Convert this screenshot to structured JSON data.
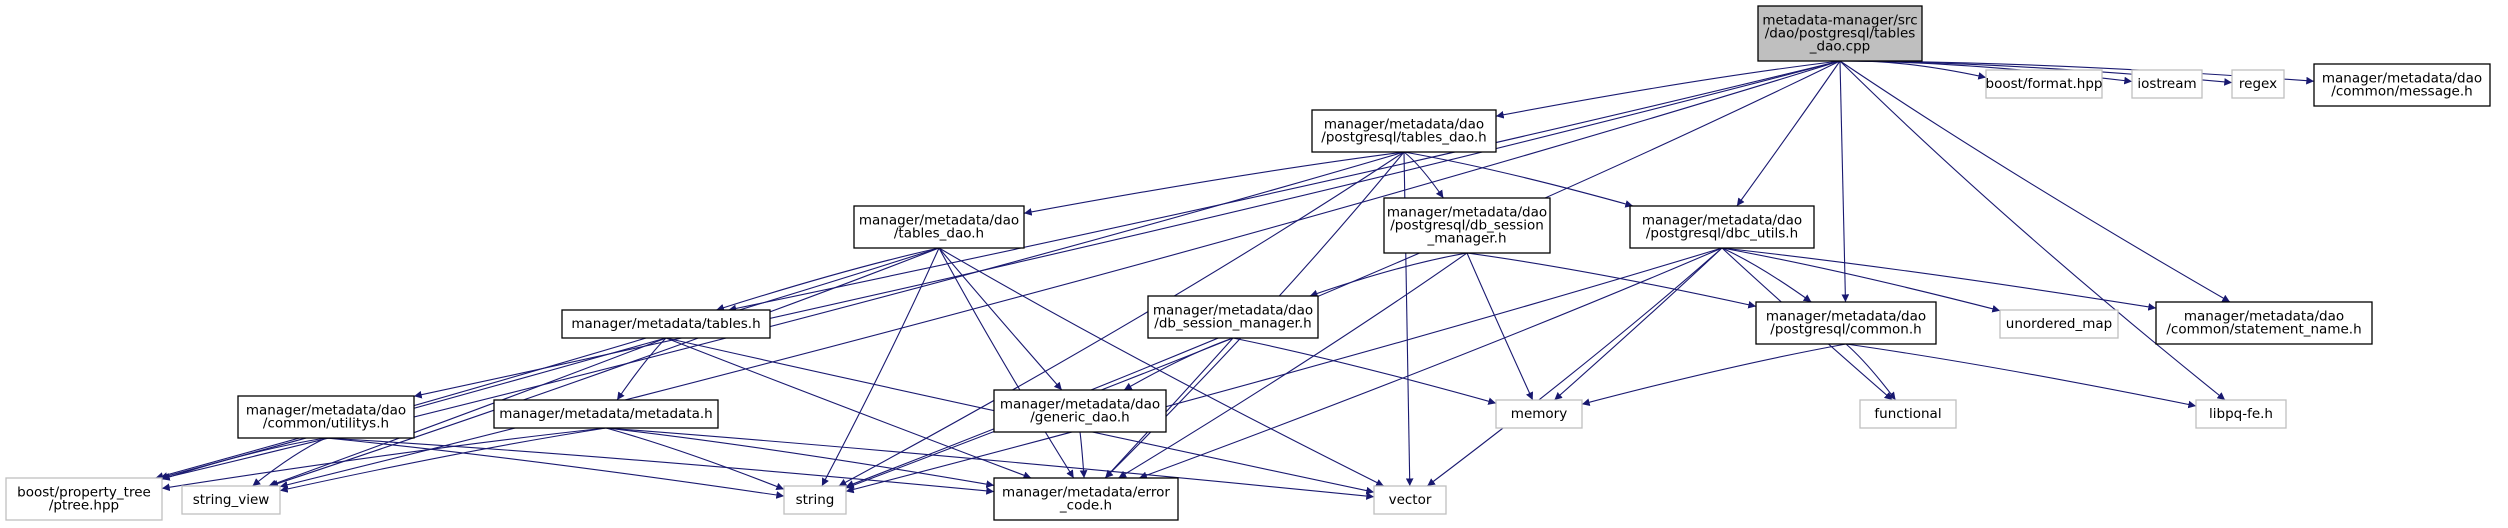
{
  "colors": {
    "edge": "#191970",
    "root_fill": "#bfbfbf",
    "root_stroke": "#000000",
    "internal_stroke": "#000000",
    "external_stroke": "#bfbfbf",
    "text": "#000000",
    "background": "#ffffff"
  },
  "nodes": [
    {
      "id": "root",
      "kind": "root",
      "lines": [
        "metadata-manager/src",
        "/dao/postgresql/tables",
        "_dao.cpp"
      ]
    },
    {
      "id": "pg_tables_dao_h",
      "kind": "internal",
      "lines": [
        "manager/metadata/dao",
        "/postgresql/tables_dao.h"
      ]
    },
    {
      "id": "boost_format",
      "kind": "external",
      "lines": [
        "boost/format.hpp"
      ]
    },
    {
      "id": "iostream",
      "kind": "external",
      "lines": [
        "iostream"
      ]
    },
    {
      "id": "regex",
      "kind": "external",
      "lines": [
        "regex"
      ]
    },
    {
      "id": "message_h",
      "kind": "internal",
      "lines": [
        "manager/metadata/dao",
        "/common/message.h"
      ]
    },
    {
      "id": "tables_dao_h",
      "kind": "internal",
      "lines": [
        "manager/metadata/dao",
        "/tables_dao.h"
      ]
    },
    {
      "id": "pg_db_session_manager_h",
      "kind": "internal",
      "lines": [
        "manager/metadata/dao",
        "/postgresql/db_session",
        "_manager.h"
      ]
    },
    {
      "id": "dbc_utils_h",
      "kind": "internal",
      "lines": [
        "manager/metadata/dao",
        "/postgresql/dbc_utils.h"
      ]
    },
    {
      "id": "tables_h",
      "kind": "internal",
      "lines": [
        "manager/metadata/tables.h"
      ]
    },
    {
      "id": "db_session_manager_h",
      "kind": "internal",
      "lines": [
        "manager/metadata/dao",
        "/db_session_manager.h"
      ]
    },
    {
      "id": "pg_common_h",
      "kind": "internal",
      "lines": [
        "manager/metadata/dao",
        "/postgresql/common.h"
      ]
    },
    {
      "id": "unordered_map",
      "kind": "external",
      "lines": [
        "unordered_map"
      ]
    },
    {
      "id": "statement_name_h",
      "kind": "internal",
      "lines": [
        "manager/metadata/dao",
        "/common/statement_name.h"
      ]
    },
    {
      "id": "utilitys_h",
      "kind": "internal",
      "lines": [
        "manager/metadata/dao",
        "/common/utilitys.h"
      ]
    },
    {
      "id": "metadata_h",
      "kind": "internal",
      "lines": [
        "manager/metadata/metadata.h"
      ]
    },
    {
      "id": "generic_dao_h",
      "kind": "internal",
      "lines": [
        "manager/metadata/dao",
        "/generic_dao.h"
      ]
    },
    {
      "id": "memory",
      "kind": "external",
      "lines": [
        "memory"
      ]
    },
    {
      "id": "functional",
      "kind": "external",
      "lines": [
        "functional"
      ]
    },
    {
      "id": "libpq_fe_h",
      "kind": "external",
      "lines": [
        "libpq-fe.h"
      ]
    },
    {
      "id": "ptree_hpp",
      "kind": "external",
      "lines": [
        "boost/property_tree",
        "/ptree.hpp"
      ]
    },
    {
      "id": "string_view",
      "kind": "external",
      "lines": [
        "string_view"
      ]
    },
    {
      "id": "string",
      "kind": "external",
      "lines": [
        "string"
      ]
    },
    {
      "id": "error_code_h",
      "kind": "internal",
      "lines": [
        "manager/metadata/error",
        "_code.h"
      ]
    },
    {
      "id": "vector",
      "kind": "external",
      "lines": [
        "vector"
      ]
    }
  ],
  "edges": [
    [
      "root",
      "pg_tables_dao_h"
    ],
    [
      "root",
      "boost_format"
    ],
    [
      "root",
      "iostream"
    ],
    [
      "root",
      "regex"
    ],
    [
      "root",
      "message_h"
    ],
    [
      "root",
      "dbc_utils_h"
    ],
    [
      "root",
      "pg_common_h"
    ],
    [
      "root",
      "statement_name_h"
    ],
    [
      "root",
      "libpq_fe_h"
    ],
    [
      "root",
      "tables_h"
    ],
    [
      "root",
      "utilitys_h"
    ],
    [
      "root",
      "string_view"
    ],
    [
      "root",
      "string"
    ],
    [
      "pg_tables_dao_h",
      "tables_dao_h"
    ],
    [
      "pg_tables_dao_h",
      "pg_db_session_manager_h"
    ],
    [
      "pg_tables_dao_h",
      "dbc_utils_h"
    ],
    [
      "pg_tables_dao_h",
      "ptree_hpp"
    ],
    [
      "pg_tables_dao_h",
      "string"
    ],
    [
      "pg_tables_dao_h",
      "error_code_h"
    ],
    [
      "pg_tables_dao_h",
      "vector"
    ],
    [
      "tables_dao_h",
      "tables_h"
    ],
    [
      "tables_dao_h",
      "generic_dao_h"
    ],
    [
      "tables_dao_h",
      "error_code_h"
    ],
    [
      "tables_dao_h",
      "string"
    ],
    [
      "tables_dao_h",
      "vector"
    ],
    [
      "tables_dao_h",
      "ptree_hpp"
    ],
    [
      "tables_dao_h",
      "string_view"
    ],
    [
      "pg_db_session_manager_h",
      "db_session_manager_h"
    ],
    [
      "pg_db_session_manager_h",
      "pg_common_h"
    ],
    [
      "pg_db_session_manager_h",
      "memory"
    ],
    [
      "pg_db_session_manager_h",
      "error_code_h"
    ],
    [
      "dbc_utils_h",
      "pg_common_h"
    ],
    [
      "dbc_utils_h",
      "statement_name_h"
    ],
    [
      "dbc_utils_h",
      "unordered_map"
    ],
    [
      "dbc_utils_h",
      "functional"
    ],
    [
      "dbc_utils_h",
      "memory"
    ],
    [
      "dbc_utils_h",
      "string"
    ],
    [
      "dbc_utils_h",
      "vector"
    ],
    [
      "dbc_utils_h",
      "error_code_h"
    ],
    [
      "tables_h",
      "metadata_h"
    ],
    [
      "tables_h",
      "ptree_hpp"
    ],
    [
      "tables_h",
      "string_view"
    ],
    [
      "tables_h",
      "error_code_h"
    ],
    [
      "tables_h",
      "vector"
    ],
    [
      "db_session_manager_h",
      "generic_dao_h"
    ],
    [
      "db_session_manager_h",
      "memory"
    ],
    [
      "db_session_manager_h",
      "error_code_h"
    ],
    [
      "db_session_manager_h",
      "string"
    ],
    [
      "pg_common_h",
      "memory"
    ],
    [
      "pg_common_h",
      "functional"
    ],
    [
      "pg_common_h",
      "libpq_fe_h"
    ],
    [
      "utilitys_h",
      "ptree_hpp"
    ],
    [
      "utilitys_h",
      "string_view"
    ],
    [
      "utilitys_h",
      "string"
    ],
    [
      "utilitys_h",
      "error_code_h"
    ],
    [
      "metadata_h",
      "ptree_hpp"
    ],
    [
      "metadata_h",
      "string_view"
    ],
    [
      "metadata_h",
      "string"
    ],
    [
      "metadata_h",
      "error_code_h"
    ],
    [
      "metadata_h",
      "vector"
    ],
    [
      "generic_dao_h",
      "error_code_h"
    ]
  ]
}
